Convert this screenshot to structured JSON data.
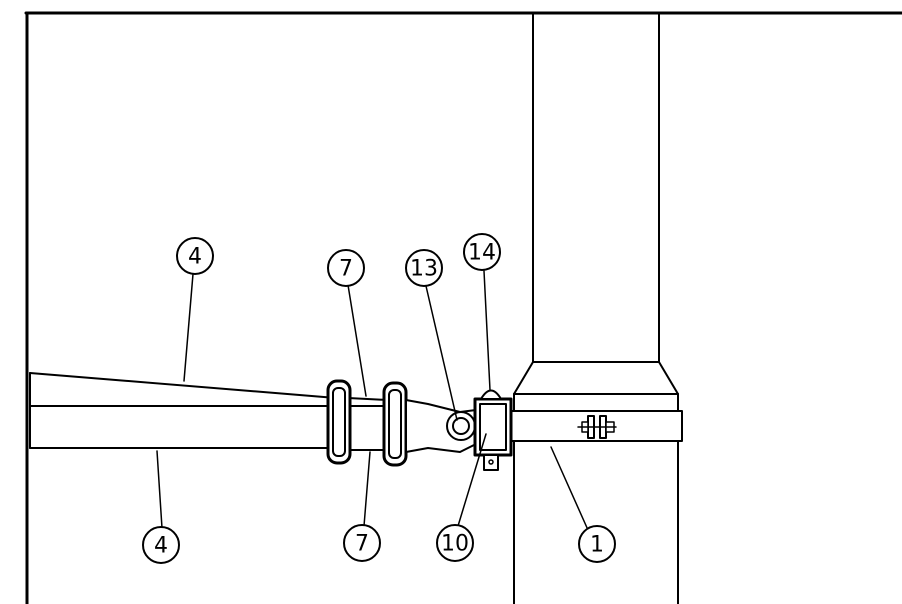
{
  "callouts": [
    {
      "id": "c4-top",
      "label": "4"
    },
    {
      "id": "c7-top",
      "label": "7"
    },
    {
      "id": "c13",
      "label": "13"
    },
    {
      "id": "c14",
      "label": "14"
    },
    {
      "id": "c4-bottom",
      "label": "4"
    },
    {
      "id": "c7-bottom",
      "label": "7"
    },
    {
      "id": "c10",
      "label": "10"
    },
    {
      "id": "c1",
      "label": "1"
    }
  ],
  "colors": {
    "line": "#000000",
    "background": "#ffffff"
  }
}
